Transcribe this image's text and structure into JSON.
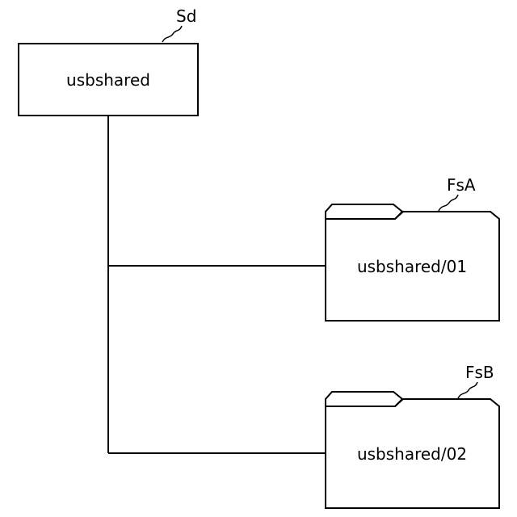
{
  "diagram": {
    "root": {
      "label": "usbshared",
      "ref": "Sd"
    },
    "folders": [
      {
        "label": "usbshared/01",
        "ref": "FsA"
      },
      {
        "label": "usbshared/02",
        "ref": "FsB"
      }
    ]
  }
}
